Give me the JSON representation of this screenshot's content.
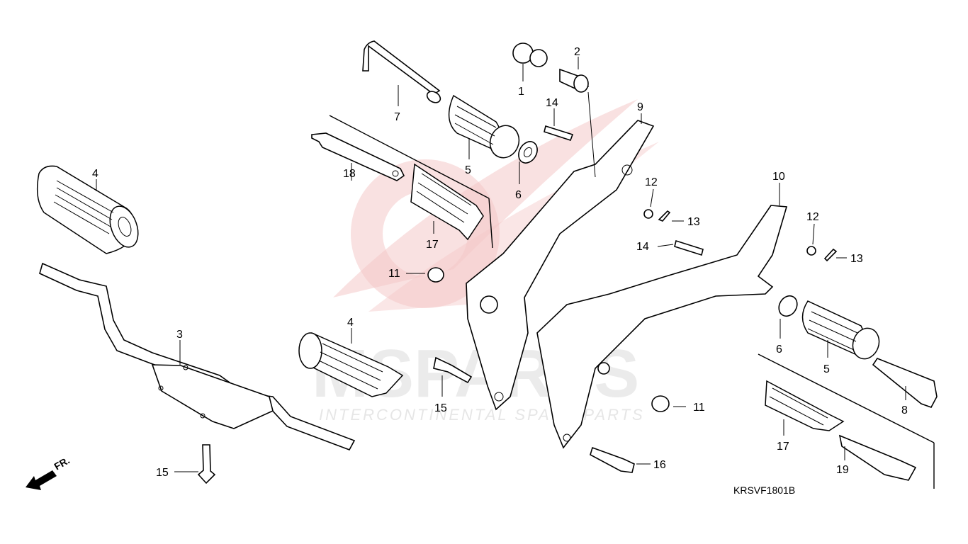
{
  "diagram": {
    "code": "KRSVF1801B",
    "direction_label": "FR.",
    "watermark": {
      "brand": "MSPARTS",
      "tagline": "INTERCONTINENTAL SPARE PARTS"
    },
    "callouts": [
      {
        "id": "c1",
        "label": "1"
      },
      {
        "id": "c2",
        "label": "2"
      },
      {
        "id": "c3",
        "label": "3"
      },
      {
        "id": "c4a",
        "label": "4"
      },
      {
        "id": "c4b",
        "label": "4"
      },
      {
        "id": "c5a",
        "label": "5"
      },
      {
        "id": "c5b",
        "label": "5"
      },
      {
        "id": "c6a",
        "label": "6"
      },
      {
        "id": "c6b",
        "label": "6"
      },
      {
        "id": "c7",
        "label": "7"
      },
      {
        "id": "c8",
        "label": "8"
      },
      {
        "id": "c9",
        "label": "9"
      },
      {
        "id": "c10",
        "label": "10"
      },
      {
        "id": "c11a",
        "label": "11"
      },
      {
        "id": "c11b",
        "label": "11"
      },
      {
        "id": "c12a",
        "label": "12"
      },
      {
        "id": "c12b",
        "label": "12"
      },
      {
        "id": "c13a",
        "label": "13"
      },
      {
        "id": "c13b",
        "label": "13"
      },
      {
        "id": "c14a",
        "label": "14"
      },
      {
        "id": "c14b",
        "label": "14"
      },
      {
        "id": "c15a",
        "label": "15"
      },
      {
        "id": "c15b",
        "label": "15"
      },
      {
        "id": "c16",
        "label": "16"
      },
      {
        "id": "c17a",
        "label": "17"
      },
      {
        "id": "c17b",
        "label": "17"
      },
      {
        "id": "c18",
        "label": "18"
      },
      {
        "id": "c19",
        "label": "19"
      }
    ]
  }
}
